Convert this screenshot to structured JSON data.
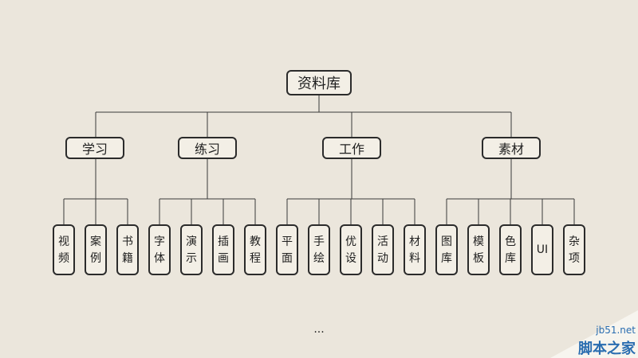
{
  "root": {
    "label": "资料库"
  },
  "groups": [
    {
      "label": "学习",
      "children": [
        "视\n频",
        "案\n例",
        "书\n籍"
      ]
    },
    {
      "label": "练习",
      "children": [
        "字\n体",
        "演\n示",
        "插\n画",
        "教\n程"
      ]
    },
    {
      "label": "工作",
      "children": [
        "平\n面",
        "手\n绘",
        "优\n设",
        "活\n动",
        "材\n料"
      ]
    },
    {
      "label": "素材",
      "children": [
        "图\n库",
        "模\n板",
        "色\n库",
        "UI",
        "杂\n项"
      ]
    }
  ],
  "ellipsis": "...",
  "watermark": {
    "url": "jb51.net",
    "site": "脚本之家"
  },
  "colors": {
    "background": "#ebe6dc",
    "line": "#3a3a3a",
    "node_fill": "#f3efe6",
    "watermark": "#2a6db0"
  }
}
